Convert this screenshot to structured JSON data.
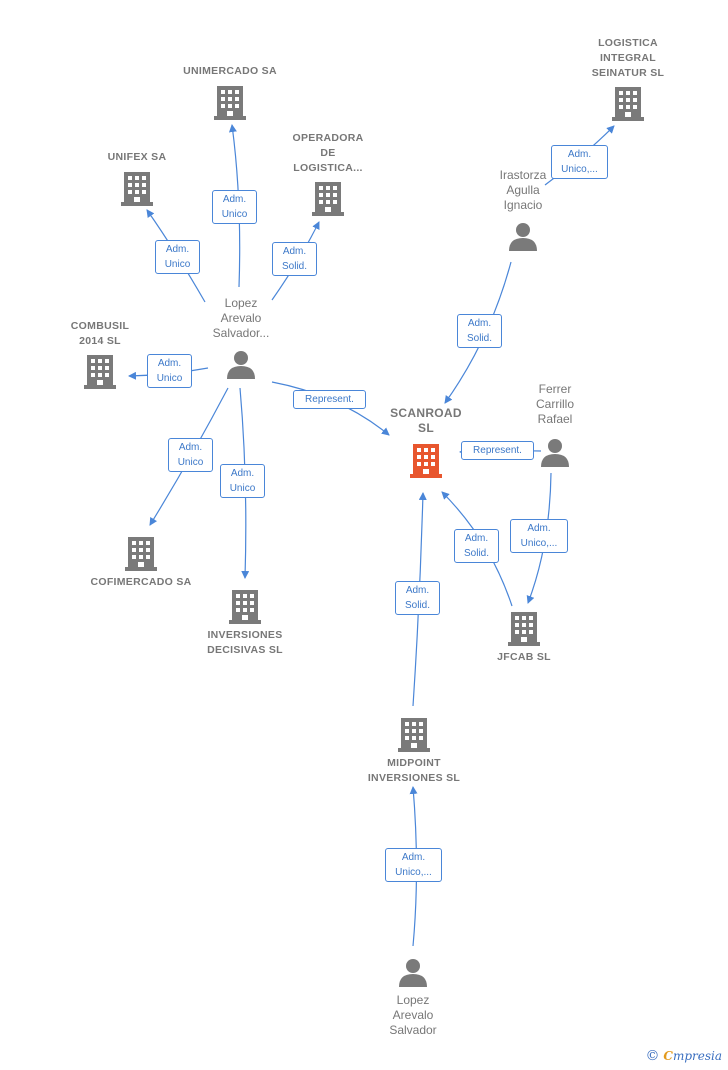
{
  "nodes": {
    "unimercado": {
      "label": "UNIMERCADO SA"
    },
    "logistica_integral": {
      "label": "LOGISTICA INTEGRAL SEINATUR SL",
      "lines": [
        "LOGISTICA",
        "INTEGRAL",
        "SEINATUR SL"
      ]
    },
    "unifex": {
      "label": "UNIFEX SA"
    },
    "operadora": {
      "lines": [
        "OPERADORA",
        "DE",
        "LOGISTICA..."
      ]
    },
    "irastorza": {
      "lines": [
        "Irastorza",
        "Agulla",
        "Ignacio"
      ]
    },
    "lopez_top": {
      "lines": [
        "Lopez",
        "Arevalo",
        "Salvador..."
      ]
    },
    "combusil": {
      "lines": [
        "COMBUSIL",
        "2014  SL"
      ]
    },
    "scanroad": {
      "lines": [
        "SCANROAD",
        "SL"
      ]
    },
    "ferrer": {
      "lines": [
        "Ferrer",
        "Carrillo",
        "Rafael"
      ]
    },
    "cofimercado": {
      "label": "COFIMERCADO SA"
    },
    "inversiones": {
      "lines": [
        "INVERSIONES",
        "DECISIVAS  SL"
      ]
    },
    "jfcab": {
      "label": "JFCAB  SL"
    },
    "midpoint": {
      "lines": [
        "MIDPOINT",
        "INVERSIONES SL"
      ]
    },
    "lopez_bottom": {
      "lines": [
        "Lopez",
        "Arevalo",
        "Salvador"
      ]
    }
  },
  "edges": [
    {
      "id": "e1",
      "lines": [
        "Adm.",
        "Unico"
      ]
    },
    {
      "id": "e2",
      "lines": [
        "Adm.",
        "Unico"
      ]
    },
    {
      "id": "e3",
      "lines": [
        "Adm.",
        "Solid."
      ]
    },
    {
      "id": "e4",
      "lines": [
        "Adm.",
        "Unico,..."
      ]
    },
    {
      "id": "e5",
      "lines": [
        "Adm.",
        "Unico"
      ]
    },
    {
      "id": "e6",
      "lines": [
        "Represent."
      ]
    },
    {
      "id": "e7",
      "lines": [
        "Adm.",
        "Solid."
      ]
    },
    {
      "id": "e8",
      "lines": [
        "Adm.",
        "Unico"
      ]
    },
    {
      "id": "e9",
      "lines": [
        "Adm.",
        "Unico"
      ]
    },
    {
      "id": "e10",
      "lines": [
        "Represent."
      ]
    },
    {
      "id": "e11",
      "lines": [
        "Adm.",
        "Solid."
      ]
    },
    {
      "id": "e12",
      "lines": [
        "Adm.",
        "Unico,..."
      ]
    },
    {
      "id": "e13",
      "lines": [
        "Adm.",
        "Solid."
      ]
    },
    {
      "id": "e14",
      "lines": [
        "Adm.",
        "Unico,..."
      ]
    }
  ],
  "brand": {
    "copyright": "©",
    "first": "C",
    "rest": "mpresia"
  },
  "colors": {
    "company": "#7a7a7a",
    "main": "#e8562e",
    "person": "#7a7a7a",
    "edge": "#4a86d8"
  }
}
